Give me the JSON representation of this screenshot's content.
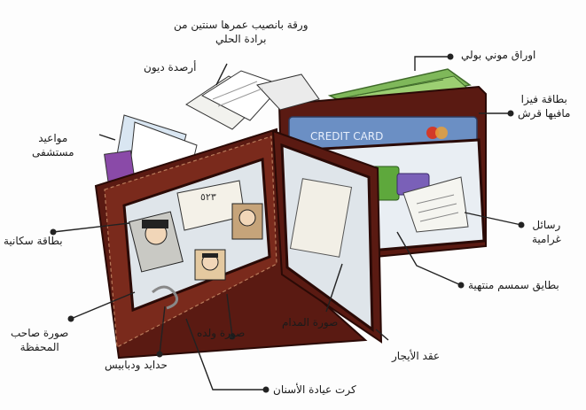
{
  "labels": {
    "monopoly_money": "اوراق موني بولي",
    "tax_paper": {
      "line1": "ورقة بانصيب عمرها سنتين من",
      "line2": "برادة الحلي"
    },
    "debt_balances": "أرصدة ديون",
    "doctor_appointments": {
      "line1": "مواعيد",
      "line2": "مستشفى"
    },
    "visa_card": {
      "line1": "بطاقة فيزا",
      "line2": "مافيها قرش"
    },
    "housing_card": "بطاقة سكانية",
    "love_letters": {
      "line1": "رسائل",
      "line2": "غرامية"
    },
    "sesame_cards": "بطايق سمسم منتهية",
    "governor_photo": {
      "line1": "صورة صاحب",
      "line2": "المحفظة"
    },
    "son_photo": "صورة ولده",
    "madam_photo": "صورة المدام",
    "rent_contract": "عقد الأيجار",
    "hardware": "حدايد ودبابيس",
    "dental_card": "كرت عيادة الأسنان"
  },
  "card_text": {
    "brand": "CREDIT CARD",
    "housing_number": "٥٢٣"
  },
  "colors": {
    "leather": "#5a1a12",
    "leather_light": "#7a2a1c",
    "stitch": "#b87a5a",
    "money_green": "#6fa64a",
    "card_blue": "#6b8fc4",
    "card_red": "#d23a2a",
    "sim_green": "#5ea83c",
    "sim_orange": "#d9902a",
    "leader_line": "#222222"
  }
}
